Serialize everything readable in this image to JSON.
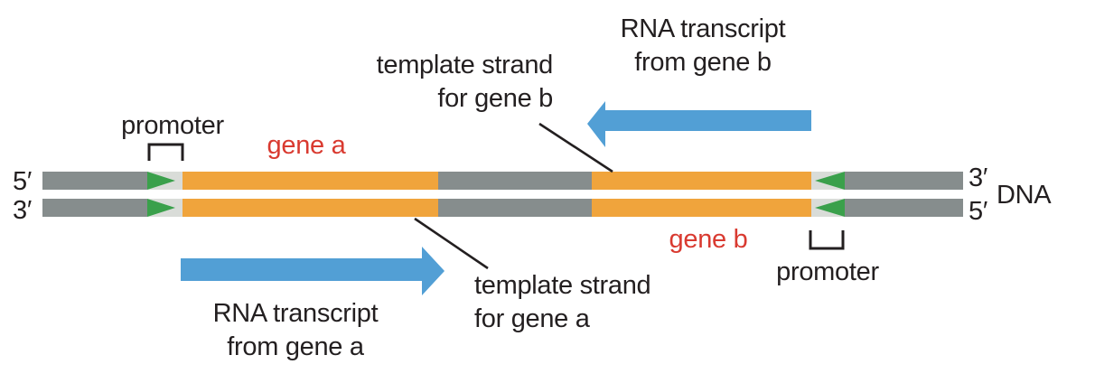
{
  "diagram": {
    "strand_end_labels": {
      "top_left": "5′",
      "bottom_left": "3′",
      "top_right": "3′",
      "bottom_right": "5′"
    },
    "dna_label": "DNA",
    "promoters": [
      {
        "label": "promoter"
      },
      {
        "label": "promoter"
      }
    ],
    "genes": [
      {
        "name": "gene a"
      },
      {
        "name": "gene b"
      }
    ],
    "annotations": {
      "transcript_b": {
        "line1": "RNA transcript",
        "line2": "from gene b"
      },
      "template_b": {
        "line1": "template strand",
        "line2": "for gene b"
      },
      "transcript_a": {
        "line1": "RNA transcript",
        "line2": "from gene a"
      },
      "template_a": {
        "line1": "template strand",
        "line2": "for gene a"
      }
    }
  },
  "colors": {
    "dna_gray": "#868d8d",
    "gene_orange": "#f0a43c",
    "promoter_green": "#3aa04b",
    "promoter_box_gray": "#d9dcd8",
    "transcript_blue": "#529fd5",
    "gene_label_red": "#d93a30",
    "line_black": "#231f20"
  }
}
